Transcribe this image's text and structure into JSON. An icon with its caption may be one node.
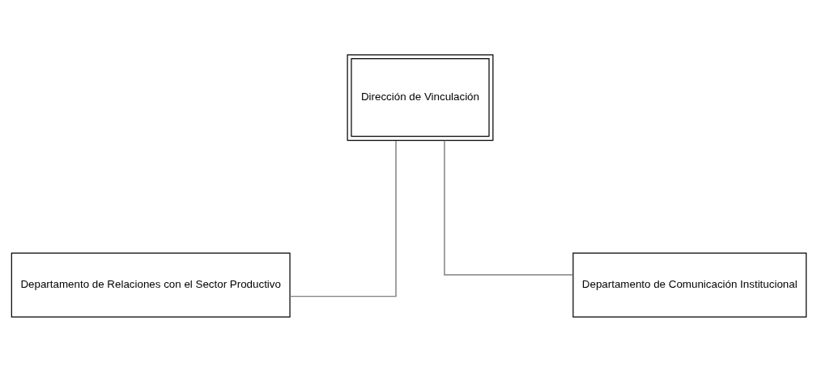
{
  "diagram": {
    "nodes": [
      {
        "text": [
          "Dirección de Vinculación"
        ]
      },
      {
        "text": [
          "Departamento de Relaciones con el Sector Productivo"
        ]
      },
      {
        "text": [
          "Departamento de Comunicación Institucional"
        ]
      }
    ],
    "edges": [
      {
        "from": 0,
        "to": 1,
        "arrow": "none"
      },
      {
        "from": 0,
        "to": 2,
        "arrow": "none"
      }
    ]
  }
}
